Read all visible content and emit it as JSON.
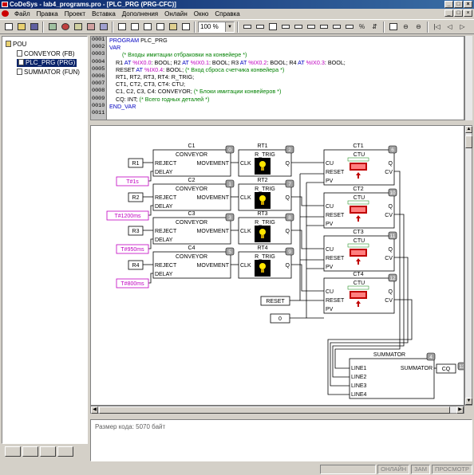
{
  "window": {
    "title": "CoDeSys - lab4_programs.pro - [PLC_PRG (PRG-CFC)]",
    "min": "_",
    "max": "□",
    "close": "×"
  },
  "menu": [
    "Файл",
    "Правка",
    "Проект",
    "Вставка",
    "Дополнения",
    "Онлайн",
    "Окно",
    "Справка"
  ],
  "toolbar": {
    "zoom": "100 %"
  },
  "tree": {
    "root": "POU",
    "items": [
      "CONVEYOR (FB)",
      "PLC_PRG (PRG)",
      "SUMMATOR (FUN)"
    ]
  },
  "declaration": {
    "line_numbers": [
      "0001",
      "0002",
      "0003",
      "0004",
      "0005",
      "0006",
      "0007",
      "0008",
      "0009",
      "0010",
      "0011"
    ],
    "lines": [
      [
        {
          "t": "PROGRAM",
          "c": "kw"
        },
        {
          "t": " PLC_PRG"
        }
      ],
      [
        {
          "t": "VAR",
          "c": "kw"
        }
      ],
      [
        {
          "t": "        (* Входы имитации отбраковки на конвейере *)",
          "c": "cm"
        }
      ],
      [
        {
          "t": "    R1 "
        },
        {
          "t": "AT",
          "c": "kw"
        },
        {
          "t": " %IX0.0",
          "c": "addr"
        },
        {
          "t": ": BOOL; R2 "
        },
        {
          "t": "AT",
          "c": "kw"
        },
        {
          "t": " %IX0.1",
          "c": "addr"
        },
        {
          "t": ": BOOL; R3 "
        },
        {
          "t": "AT",
          "c": "kw"
        },
        {
          "t": " %IX0.2",
          "c": "addr"
        },
        {
          "t": ": BOOL; R4 "
        },
        {
          "t": "AT",
          "c": "kw"
        },
        {
          "t": " %IX0.3",
          "c": "addr"
        },
        {
          "t": ": BOOL;"
        }
      ],
      [
        {
          "t": "    RESET "
        },
        {
          "t": "AT",
          "c": "kw"
        },
        {
          "t": " %IX0.4",
          "c": "addr"
        },
        {
          "t": ": BOOL; "
        },
        {
          "t": "(* Вход сброса счетчика конвейера *)",
          "c": "cm"
        }
      ],
      [
        {
          "t": "    RT1, RT2, RT3, RT4: R_TRIG;"
        }
      ],
      [
        {
          "t": "    CT1, CT2, CT3, CT4: CTU;"
        }
      ],
      [
        {
          "t": "    C1, C2, C3, C4: CONVEYOR; "
        },
        {
          "t": "(* Блоки имитации конвейеров *)",
          "c": "cm"
        }
      ],
      [
        {
          "t": "    CQ: INT; "
        },
        {
          "t": "(* Всего годных деталей *)",
          "c": "cm"
        }
      ],
      [
        {
          "t": "END_VAR",
          "c": "kw"
        }
      ],
      [
        {
          "t": ""
        }
      ]
    ]
  },
  "cfc": {
    "conveyors": [
      {
        "name": "C1",
        "type": "CONVEYOR",
        "order": "0",
        "input": "R1",
        "delay": "T#1s"
      },
      {
        "name": "C2",
        "type": "CONVEYOR",
        "order": "1",
        "input": "R2",
        "delay": "T#1200ms"
      },
      {
        "name": "C3",
        "type": "CONVEYOR",
        "order": "3",
        "input": "R3",
        "delay": "T#950ms"
      },
      {
        "name": "C4",
        "type": "CONVEYOR",
        "order": "5",
        "input": "R4",
        "delay": "T#800ms"
      }
    ],
    "triggers": [
      {
        "name": "RT1",
        "type": "R_TRIG",
        "order": "2"
      },
      {
        "name": "RT2",
        "type": "R_TRIG",
        "order": "7"
      },
      {
        "name": "RT3",
        "type": "R_TRIG",
        "order": "8"
      },
      {
        "name": "RT4",
        "type": "R_TRIG",
        "order": "9"
      }
    ],
    "counters": [
      {
        "name": "CT1",
        "type": "CTU",
        "order": "6"
      },
      {
        "name": "CT2",
        "type": "CTU",
        "order": "10"
      },
      {
        "name": "CT3",
        "type": "CTU",
        "order": "11"
      },
      {
        "name": "CT4",
        "type": "CTU",
        "order": "12"
      }
    ],
    "pins": {
      "reject": "REJECT",
      "delay": "DELAY",
      "movement": "MOVEMENT",
      "clk": "CLK",
      "q": "Q",
      "cu": "CU",
      "reset": "RESET",
      "pv": "PV",
      "cv": "CV"
    },
    "reset_input": "RESET",
    "pv_input": "0",
    "summator": {
      "name": "SUMMATOR",
      "output": "SUMMATOR",
      "order": "4",
      "lines": [
        "LINE1",
        "LINE2",
        "LINE3",
        "LINE4"
      ],
      "out_var": "CQ",
      "out_order": "13"
    }
  },
  "messages": {
    "text": "Размер кода: 5070 байт"
  },
  "status": [
    "ОНЛАЙН",
    "ЗАМ",
    "ПРОСМОТР"
  ]
}
